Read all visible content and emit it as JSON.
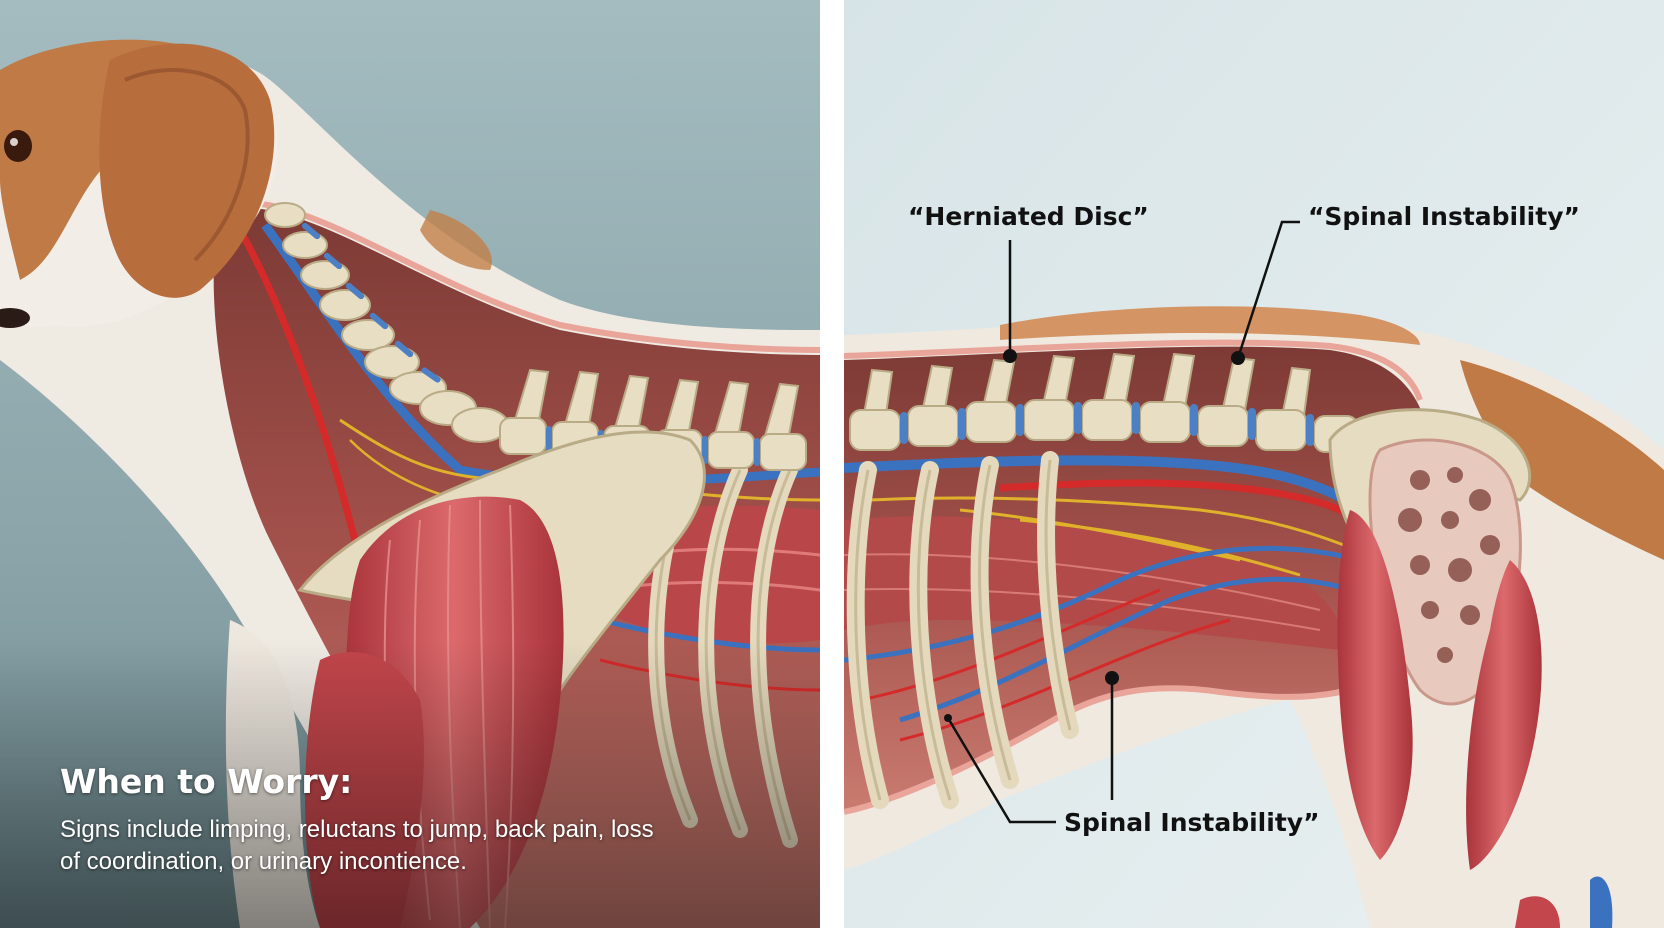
{
  "labels": {
    "herniated_disc": "“Herniated Disc”",
    "spinal_instability_top": "“Spinal Instability”",
    "spinal_instability_bottom": "Spinal Instability”"
  },
  "worry": {
    "title": "When to Worry:",
    "body": "Signs include limping, reluctans to jump, back pain, loss of coordination, or urinary incontience."
  },
  "colors": {
    "left_bg": "#8ea9ae",
    "right_bg": "#dfe9ec",
    "fur_brown": "#c07a45",
    "fur_white": "#f1ede6",
    "bone": "#e6dcc2",
    "muscle": "#c9484e",
    "vein": "#3b72c0",
    "artery": "#d42a2a",
    "nerve": "#e0b12a"
  }
}
